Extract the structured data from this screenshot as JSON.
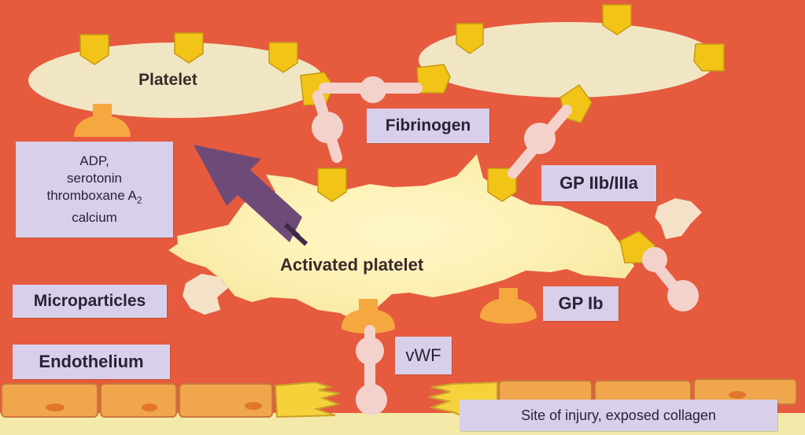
{
  "labels": {
    "platelet": "Platelet",
    "fibrinogen": "Fibrinogen",
    "gp_iib_iiia": "GP IIb/IIIa",
    "activated_platelet": "Activated platelet",
    "microparticles": "Microparticles",
    "gp_ib": "GP Ib",
    "endothelium": "Endothelium",
    "vwf": "vWF",
    "site_of_injury": "Site of injury, exposed collagen"
  },
  "mediators": {
    "line1": "ADP,",
    "line2": "serotonin",
    "line3_text": "thromboxane A",
    "line3_sub": "2",
    "line4": "calcium"
  },
  "colors": {
    "background": "#e65a3e",
    "platelet_fill": "#f1e6c4",
    "receptor": "#f2c418",
    "label_box": "#d8d0ea",
    "arrow": "#6e4a78"
  }
}
